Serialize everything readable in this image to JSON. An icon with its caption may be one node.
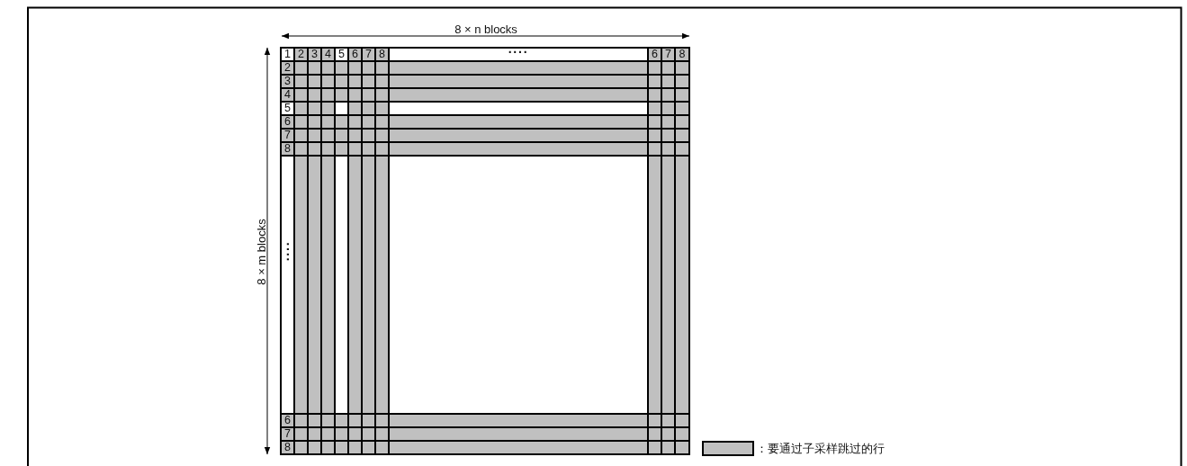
{
  "diagram": {
    "labels": [
      "8 × n blocks",
      "1",
      "2",
      "3",
      "4",
      "5",
      "6",
      "7",
      "8",
      "····",
      "6",
      "7",
      "8",
      "2",
      "3",
      "4",
      "5",
      "6",
      "7",
      "8",
      "8 × m blocks",
      "····",
      "6",
      "7",
      "8"
    ],
    "legend": [
      {
        "text": "：要通过子采样跳过的行",
        "color": "#c0c0c0"
      }
    ]
  }
}
